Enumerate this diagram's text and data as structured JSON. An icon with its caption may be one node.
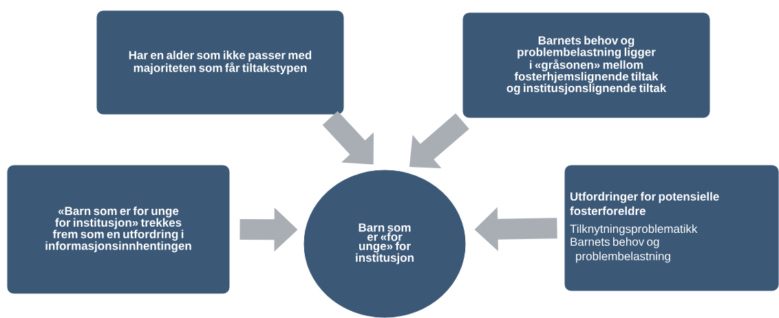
{
  "diagram": {
    "nodes": [
      {
        "text": [
          "Har en alder som ikke passer med majoriteten som får tiltakstypen"
        ]
      },
      {
        "text": [
          "Barnets behov og problembelastning ligger i «gråsonen» mellom fosterhjemslignende tiltak og institusjonslignende tiltak"
        ]
      },
      {
        "text": [
          "«Barn som er for unge for institusjon» trekkes frem som en utfordring i informasjonsinnhentingen"
        ]
      },
      {
        "text": [
          "Barn som er «for unge» for institusjon"
        ]
      },
      {
        "text": [
          "Utfordringer for potensielle fosterforeldre",
          "Tilknytningsproblematikk",
          "Barnets behov og problembelastning"
        ]
      }
    ],
    "edges": [
      {
        "from": 0,
        "to": 3,
        "arrow": "to"
      },
      {
        "from": 1,
        "to": 3,
        "arrow": "to"
      },
      {
        "from": 2,
        "to": 3,
        "arrow": "to"
      },
      {
        "from": 4,
        "to": 3,
        "arrow": "to"
      }
    ]
  }
}
